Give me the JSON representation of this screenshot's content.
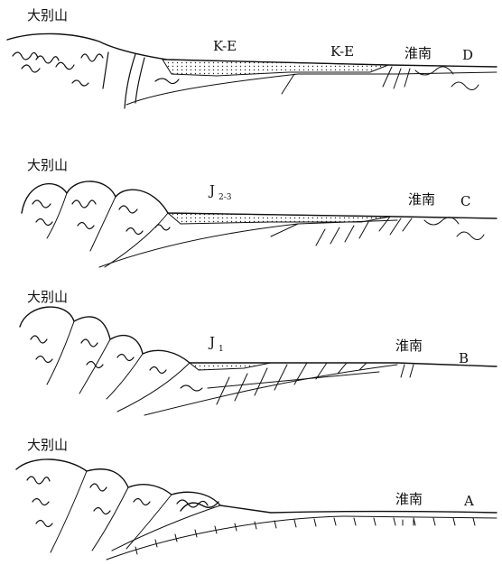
{
  "panels": [
    {
      "id": "D",
      "mountain": "大别山",
      "basin": "淮南",
      "letter": "D",
      "strata": [
        {
          "text": "K-E",
          "sub": ""
        },
        {
          "text": "K-E",
          "sub": ""
        }
      ]
    },
    {
      "id": "C",
      "mountain": "大别山",
      "basin": "淮南",
      "letter": "C",
      "strata": [
        {
          "text": "J",
          "sub": "2-3"
        }
      ]
    },
    {
      "id": "B",
      "mountain": "大别山",
      "basin": "淮南",
      "letter": "B",
      "strata": [
        {
          "text": "J",
          "sub": "1"
        }
      ]
    },
    {
      "id": "A",
      "mountain": "大别山",
      "basin": "淮南",
      "letter": "A",
      "strata": []
    }
  ]
}
